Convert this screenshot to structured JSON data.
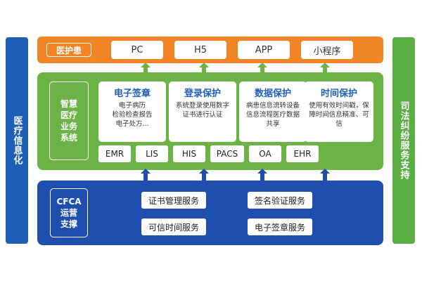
{
  "left_bar": {
    "label": "医疗信息化"
  },
  "right_bar": {
    "label": "司法纠纷服务支持"
  },
  "top": {
    "label": "医护患",
    "items": [
      "PC",
      "H5",
      "APP",
      "小程序"
    ]
  },
  "middle": {
    "label": "智慧医疗业务系统",
    "cards": [
      {
        "title": "电子签章",
        "body": "电子病历\n检验检查报告\n电子处方..."
      },
      {
        "title": "登录保护",
        "body": "系统登录使用数字证书进行认证"
      },
      {
        "title": "数据保护",
        "body": "病患信息流转设备信息流程医疗数据共享"
      },
      {
        "title": "时间保护",
        "body": "使用有效时间戳，保障时间信息精准、可信"
      }
    ],
    "systems": [
      "EMR",
      "LIS",
      "HIS",
      "PACS",
      "OA",
      "EHR"
    ]
  },
  "bottom": {
    "label_line1": "CFCA",
    "label_line2": "运营",
    "label_line3": "支撑",
    "services": [
      "证书管理服务",
      "签名验证服务",
      "可信时间服务",
      "电子签章服务"
    ]
  },
  "colors": {
    "orange": "#f08526",
    "green": "#6cb345",
    "blue": "#1f4fae",
    "side_blue": "#1f5fb8",
    "side_green": "#5aae43"
  }
}
